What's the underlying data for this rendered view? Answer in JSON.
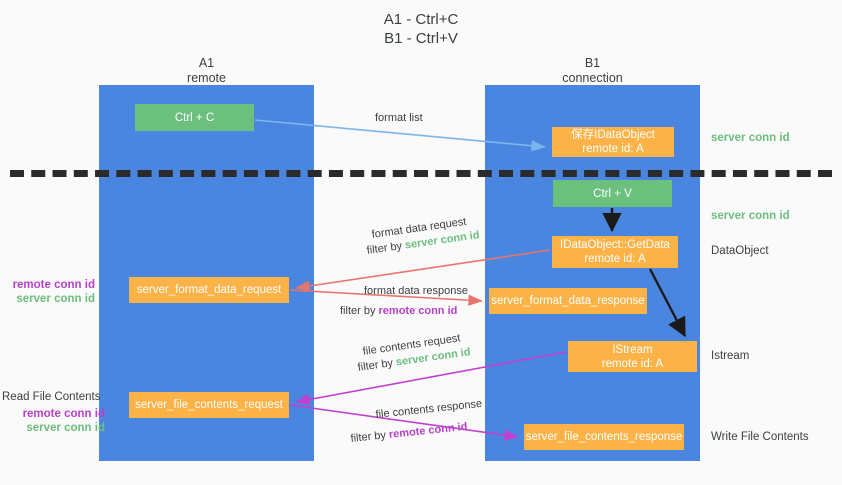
{
  "title": "A1 - Ctrl+C\nB1 - Ctrl+V",
  "columns": {
    "a": {
      "name": "A1",
      "sub": "remote",
      "header": "A1\nremote",
      "color": "#4a86e0"
    },
    "b": {
      "name": "B1",
      "sub": "connection",
      "header": "B1\nconnection",
      "color": "#4a86e0"
    }
  },
  "colors": {
    "lane": "#4a86e0",
    "green_box": "#6cc07e",
    "orange_box": "#fbb247",
    "server_conn": "#6cbd7e",
    "remote_conn": "#b641c8",
    "arrow_blue": "#7bb6ea",
    "arrow_red": "#e8756d",
    "arrow_magenta": "#c23fd0",
    "arrow_black": "#1a1a1a",
    "dashed": "#2b2b2b",
    "background": "#fafafa",
    "text": "#3c4043"
  },
  "boxes": {
    "ctrl_c": "Ctrl + C",
    "idataobject": "保存IDataObject\nremote id: A",
    "ctrl_v": "Ctrl + V",
    "getdata": "IDataObject::GetData\nremote id: A",
    "server_format_data_request": "server_format_data_request",
    "server_format_data_response": "server_format_data_response",
    "istream": "IStream\nremote id: A",
    "server_file_contents_request": "server_file_contents_request",
    "server_file_contents_response": "server_file_contents_response"
  },
  "side_labels": {
    "server_conn_id_1": "server conn id",
    "server_conn_id_2": "server conn id",
    "dataobject": "DataObject",
    "istream": "Istream",
    "write_file_contents": "Write File Contents"
  },
  "left_labels": {
    "group1": {
      "remote": "remote conn id",
      "server": "server conn id"
    },
    "group2": {
      "heading": "Read File Contents",
      "remote": "remote conn id",
      "server": "server conn id"
    }
  },
  "edges": {
    "format_list": "format list",
    "format_data_request": "format data request",
    "format_data_request_filter_pre": "filter by ",
    "format_data_request_filter_key": "server conn id",
    "format_data_response": "format data response",
    "format_data_response_filter_pre": "filter by ",
    "format_data_response_filter_key": "remote conn id",
    "file_contents_request": "file contents request",
    "file_contents_request_filter_pre": "filter by ",
    "file_contents_request_filter_key": "server conn id",
    "file_contents_response": "file contents response",
    "file_contents_response_filter_pre": "filter by ",
    "file_contents_response_filter_key": "remote conn id"
  }
}
